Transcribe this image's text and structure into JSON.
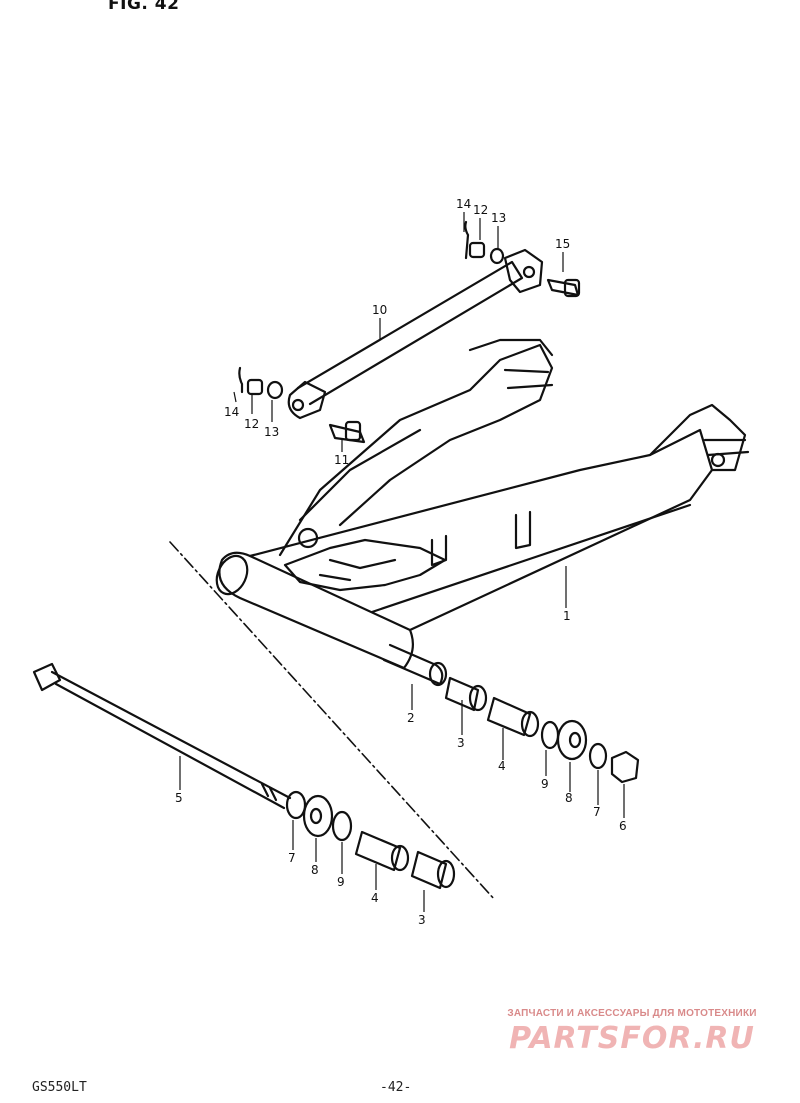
{
  "header": {
    "figure_title": "FIG. 42"
  },
  "footer": {
    "model_code": "GS550LT",
    "page_number": "-42-"
  },
  "parts": {
    "p1": "1",
    "p2": "2",
    "p3a": "3",
    "p3b": "3",
    "p4a": "4",
    "p4b": "4",
    "p5": "5",
    "p6": "6",
    "p7a": "7",
    "p7b": "7",
    "p8a": "8",
    "p8b": "8",
    "p9a": "9",
    "p9b": "9",
    "p10": "10",
    "p11": "11",
    "p12a": "12",
    "p12b": "12",
    "p13a": "13",
    "p13b": "13",
    "p14a": "14",
    "p14b": "14",
    "p15": "15"
  },
  "watermark": {
    "tagline": "ЗАПЧАСТИ И АКСЕССУАРЫ ДЛЯ МОТОТЕХНИКИ",
    "logo": "PARTSFOR.RU"
  },
  "colors": {
    "line": "#111111",
    "watermark": "#e8a0a0"
  }
}
